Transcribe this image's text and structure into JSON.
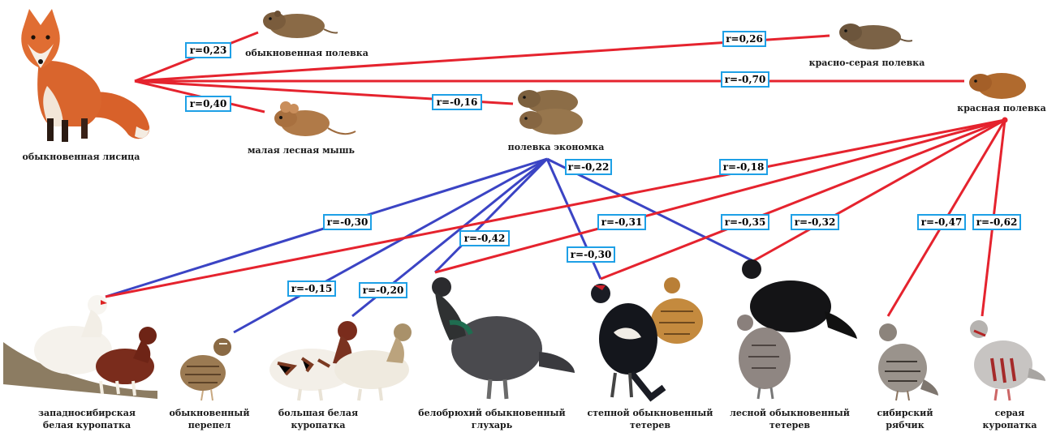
{
  "colors": {
    "positive": "#e5232e",
    "negative": "#3b44c4",
    "box_border": "#1ea0e6"
  },
  "nodes": {
    "fox": {
      "label": "обыкновенная лисица",
      "icon": "fox-icon"
    },
    "common_vole": {
      "label": "обыкновенная полевка",
      "icon": "vole-icon"
    },
    "wood_mouse": {
      "label": "малая лесная мышь",
      "icon": "mouse-icon"
    },
    "root_vole": {
      "label": "полевка экономка",
      "icon": "vole-pair-icon"
    },
    "grey_red_vole": {
      "label": "красно-серая полевка",
      "icon": "vole-icon"
    },
    "red_vole": {
      "label": "красная полевка",
      "icon": "vole-icon"
    },
    "willow_ptarmigan": {
      "label": "западносибирская\nбелая куропатка",
      "icon": "ptarmigan-icon"
    },
    "quail": {
      "label": "обыкновенный\nперепел",
      "icon": "quail-icon"
    },
    "big_white_ptarmigan": {
      "label": "большая белая\nкуропатка",
      "icon": "ptarmigan-pair-icon"
    },
    "capercaillie": {
      "label": "белобрюхий обыкновенный\nглухарь",
      "icon": "capercaillie-icon"
    },
    "steppe_grouse": {
      "label": "степной обыкновенный\nтетерев",
      "icon": "black-grouse-icon"
    },
    "forest_grouse": {
      "label": "лесной обыкновенный\nтетерев",
      "icon": "black-grouse-icon"
    },
    "hazel_grouse": {
      "label": "сибирский\nрябчик",
      "icon": "hazel-grouse-icon"
    },
    "grey_partridge": {
      "label": "серая\nкуропатка",
      "icon": "partridge-icon"
    }
  },
  "links": [
    {
      "from": "fox",
      "to": "common_vole",
      "r": "r=0,23",
      "kind": "positive"
    },
    {
      "from": "fox",
      "to": "wood_mouse",
      "r": "r=0,40",
      "kind": "positive"
    },
    {
      "from": "fox",
      "to": "root_vole",
      "r": "r=-0,16",
      "kind": "positive"
    },
    {
      "from": "fox",
      "to": "grey_red_vole",
      "r": "r=0,26",
      "kind": "positive"
    },
    {
      "from": "fox",
      "to": "red_vole",
      "r": "r=-0,70",
      "kind": "positive"
    },
    {
      "from": "root_vole",
      "to": "willow_ptarmigan",
      "r": "r=-0,30",
      "kind": "negative"
    },
    {
      "from": "root_vole",
      "to": "quail",
      "r": "r=-0,15",
      "kind": "negative"
    },
    {
      "from": "root_vole",
      "to": "big_white_ptarmigan",
      "r": "r=-0,20",
      "kind": "negative"
    },
    {
      "from": "root_vole",
      "to": "capercaillie",
      "r": "r=-0,42",
      "kind": "negative"
    },
    {
      "from": "root_vole",
      "to": "steppe_grouse",
      "r": "r=-0,30",
      "kind": "negative"
    },
    {
      "from": "root_vole",
      "to": "forest_grouse",
      "r": "r=-0,22",
      "kind": "negative"
    },
    {
      "from": "red_vole",
      "to": "willow_ptarmigan",
      "r": "r=-0,18",
      "kind": "positive"
    },
    {
      "from": "red_vole",
      "to": "capercaillie",
      "r": "r=-0,31",
      "kind": "positive"
    },
    {
      "from": "red_vole",
      "to": "steppe_grouse",
      "r": "r=-0,35",
      "kind": "positive"
    },
    {
      "from": "red_vole",
      "to": "forest_grouse",
      "r": "r=-0,32",
      "kind": "positive"
    },
    {
      "from": "red_vole",
      "to": "hazel_grouse",
      "r": "r=-0,47",
      "kind": "positive"
    },
    {
      "from": "red_vole",
      "to": "grey_partridge",
      "r": "r=-0,62",
      "kind": "positive"
    }
  ]
}
